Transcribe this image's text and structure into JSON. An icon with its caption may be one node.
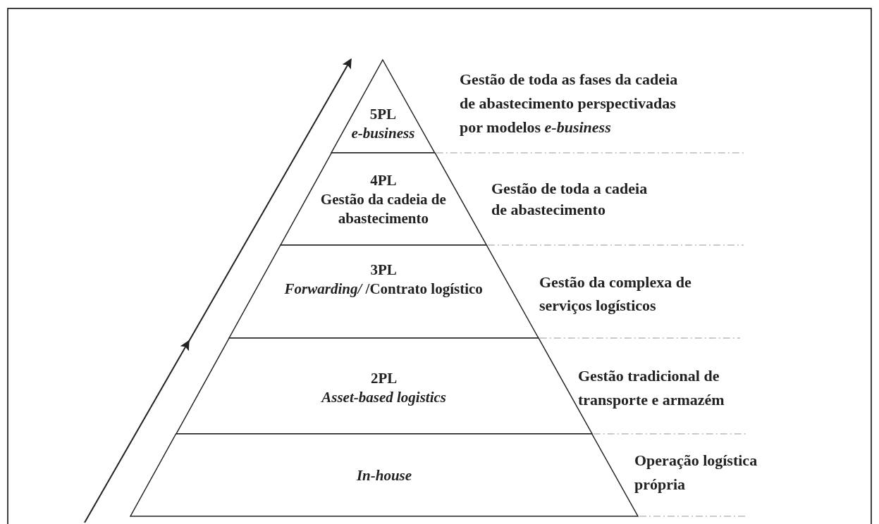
{
  "diagram": {
    "nodes": [
      {
        "text": [
          "5PL",
          "*e-business*"
        ],
        "beside": [
          "Gestão de toda as fases da cadeia de abastecimento perspectivadas por modelos *e-business*"
        ]
      },
      {
        "text": [
          "4PL",
          "Gestão da cadeia de abastecimento"
        ],
        "beside": [
          "Gestão de toda a cadeia de abastecimento"
        ]
      },
      {
        "text": [
          "3PL",
          "*Forwarding/* /Contrato logístico"
        ],
        "beside": [
          "Gestão da complexa de serviços logísticos"
        ]
      },
      {
        "text": [
          "2PL",
          "*Asset-based logistics*"
        ],
        "beside": [
          "Gestão tradicional de transporte e armazém"
        ]
      },
      {
        "text": [
          "*In-house*"
        ],
        "beside": [
          "Operação logística própria"
        ]
      }
    ],
    "edges": []
  }
}
